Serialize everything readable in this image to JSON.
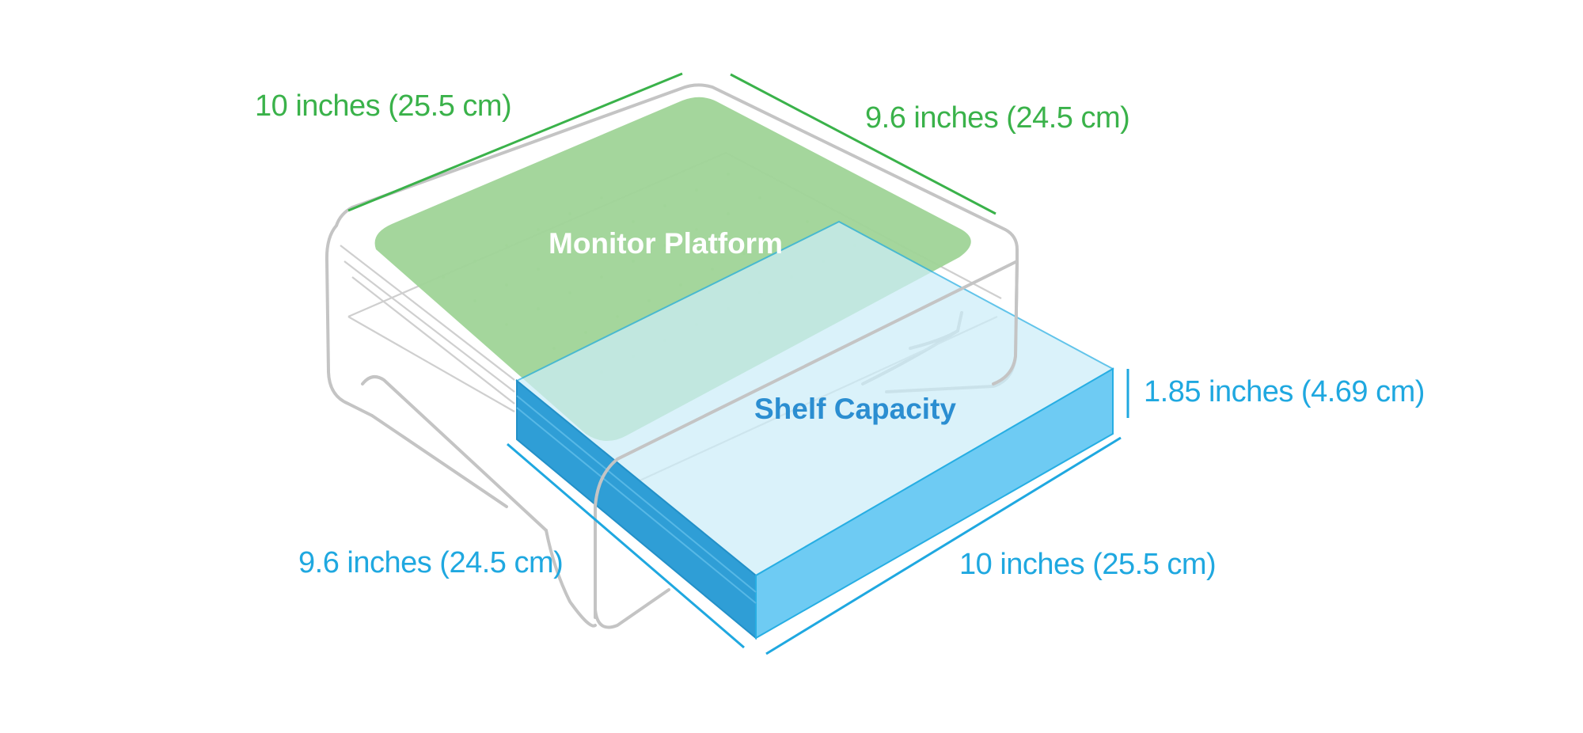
{
  "labels": {
    "monitor_platform": "Monitor Platform",
    "shelf_capacity": "Shelf Capacity"
  },
  "dimensions": {
    "platform_length": "10 inches (25.5 cm)",
    "platform_depth": "9.6 inches (24.5 cm)",
    "shelf_height": "1.85 inches (4.69 cm)",
    "shelf_depth": "9.6 inches (24.5 cm)",
    "shelf_length": "10 inches (25.5 cm)"
  },
  "colors": {
    "platform_fill": "#9fd497",
    "dimension_green": "#3ab24a",
    "shelf_top": "#dff3fa",
    "shelf_front": "#6ecbf3",
    "shelf_side": "#2f9ed6",
    "dimension_blue": "#1fa8e0",
    "stand_outline": "#c4c4c4"
  }
}
